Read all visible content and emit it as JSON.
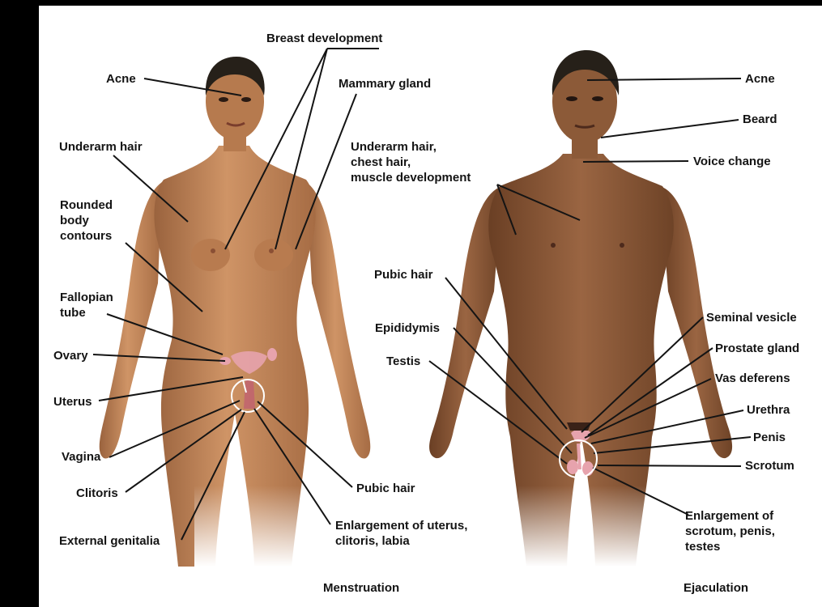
{
  "colors": {
    "female_skin": "#c48759",
    "female_skin_shade": "#9a633e",
    "male_skin": "#915e3c",
    "male_skin_shade": "#6e4327",
    "hair": "#262019",
    "organ_pink": "#e7a3ad",
    "label_text": "#141414",
    "frame": "#000000"
  },
  "female": {
    "labels": {
      "breast_development": "Breast development",
      "acne": "Acne",
      "mammary_gland": "Mammary gland",
      "underarm_hair": "Underarm hair",
      "rounded_body_contours": "Rounded\nbody\ncontours",
      "fallopian_tube": "Fallopian\ntube",
      "ovary": "Ovary",
      "uterus": "Uterus",
      "vagina": "Vagina",
      "clitoris": "Clitoris",
      "external_genitalia": "External genitalia",
      "pubic_hair": "Pubic hair",
      "enlargement": "Enlargement of uterus,\nclitoris, labia"
    },
    "caption": "Menstruation"
  },
  "male": {
    "labels": {
      "acne": "Acne",
      "beard": "Beard",
      "voice_change": "Voice change",
      "underarm_chest_muscle": "Underarm hair,\nchest hair,\nmuscle development",
      "pubic_hair": "Pubic hair",
      "epididymis": "Epididymis",
      "testis": "Testis",
      "seminal_vesicle": "Seminal vesicle",
      "prostate_gland": "Prostate gland",
      "vas_deferens": "Vas deferens",
      "urethra": "Urethra",
      "penis": "Penis",
      "scrotum": "Scrotum",
      "enlargement": "Enlargement of\nscrotum, penis,\ntestes"
    },
    "caption": "Ejaculation"
  }
}
